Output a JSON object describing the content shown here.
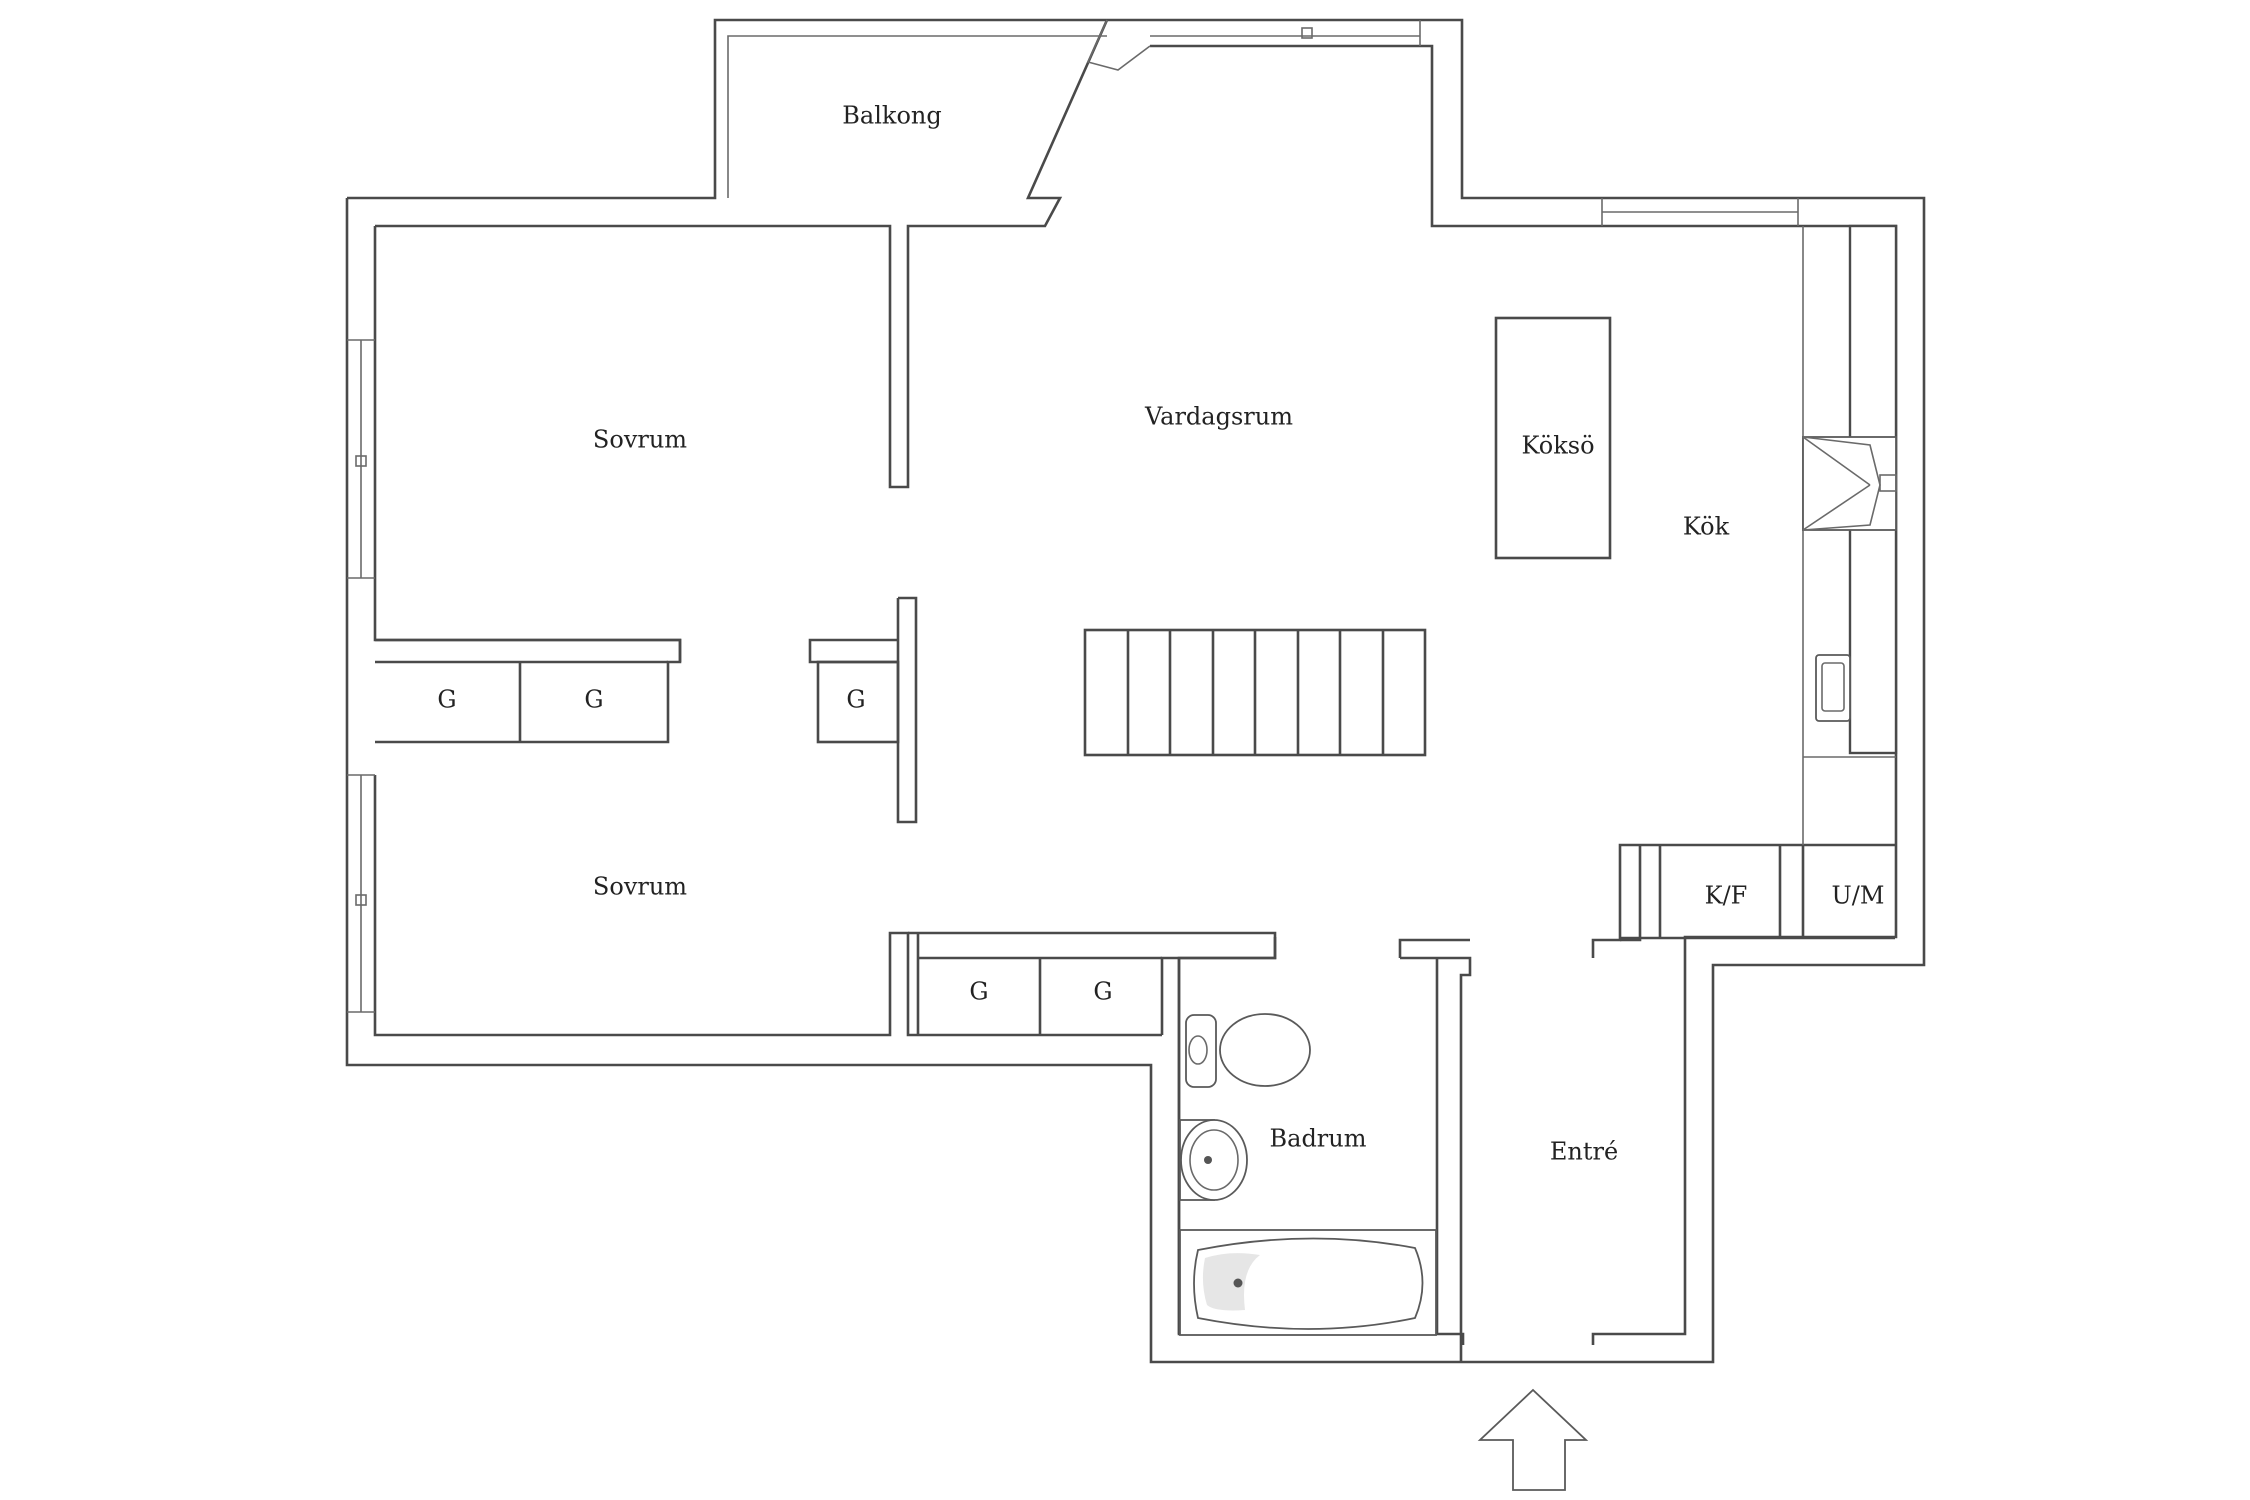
{
  "rooms": {
    "balkong": "Balkong",
    "sovrum_top": "Sovrum",
    "vardagsrum": "Vardagsrum",
    "koksoe": "Köksö",
    "kok": "Kök",
    "sovrum_bottom": "Sovrum",
    "badrum": "Badrum",
    "entre": "Entré"
  },
  "storage": {
    "g1": "G",
    "g2": "G",
    "g3": "G",
    "g4": "G",
    "g5": "G",
    "kf": "K/F",
    "um": "U/M"
  },
  "icons": [
    "entrance-arrow-icon",
    "toilet-icon",
    "sink-icon",
    "bathtub-icon",
    "stove-icon",
    "kitchen-sink-icon"
  ]
}
